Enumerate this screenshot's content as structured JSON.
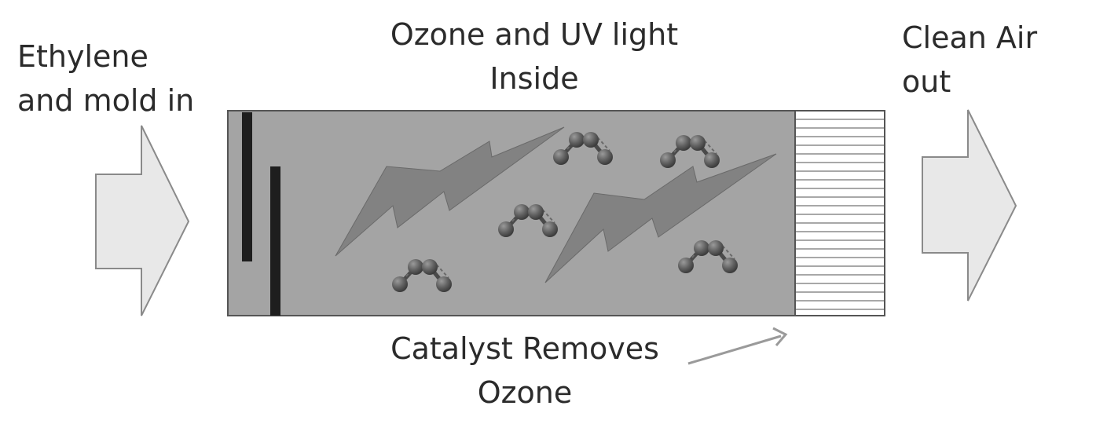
{
  "labels": {
    "input": "Ethylene\nand mold in",
    "inside": "Ozone and UV light\nInside",
    "output": "Clean Air\nout",
    "catalyst": "Catalyst Removes\nOzone"
  },
  "icons": {
    "input_arrow": "right-arrow-icon",
    "output_arrow": "right-arrow-icon",
    "uv_light": "lightning-bolt-icon",
    "molecule": "ethylene-molecule-icon",
    "catalyst_pointer": "pointer-arrow-icon"
  },
  "colors": {
    "chamber_fill": "#a4a4a4",
    "chamber_stroke": "#555555",
    "bolt_fill": "#828282",
    "arrow_fill": "#e8e8e8",
    "arrow_stroke": "#8a8a8a",
    "lamp": "#1e1e1e",
    "filter_lines": "#8c8c8c",
    "molecule_atom": "#5f5f5f",
    "text": "#2b2b2b"
  }
}
